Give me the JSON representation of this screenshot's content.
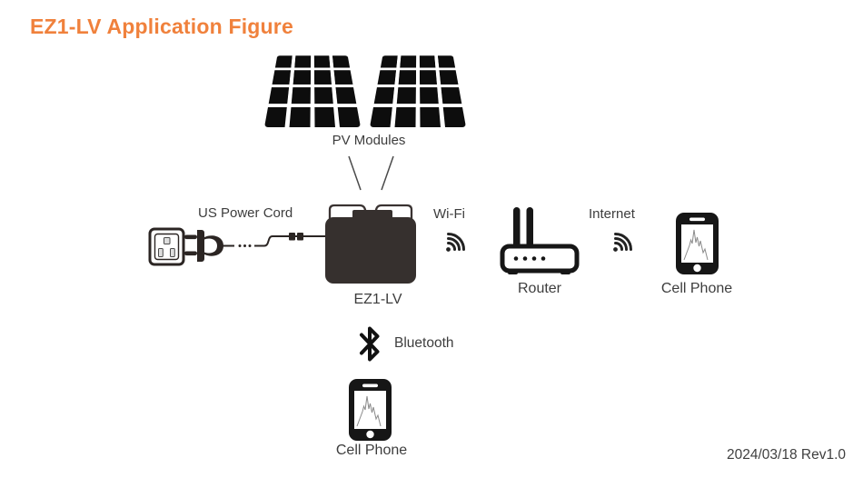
{
  "title": "EZ1-LV Application Figure",
  "revision": "2024/03/18 Rev1.0",
  "colors": {
    "accent_orange": "#F0813C",
    "label_text": "#3D3D3D",
    "icon_black": "#161616",
    "inverter_body": "#36302E"
  },
  "nodes": {
    "pv_modules": {
      "label": "PV Modules",
      "icon": "solar-panel-icon"
    },
    "power": {
      "label": "US Power Cord",
      "outlet_icon": "us-outlet-icon",
      "plug_icon": "power-plug-icon"
    },
    "inverter": {
      "label": "EZ1-LV",
      "icon": "microinverter-icon"
    },
    "wifi": {
      "label": "Wi-Fi",
      "icon": "wifi-signal-icon"
    },
    "router": {
      "label": "Router",
      "icon": "router-icon"
    },
    "internet": {
      "label": "Internet",
      "icon": "wifi-signal-icon"
    },
    "cell_phone_right": {
      "label": "Cell Phone",
      "icon": "smartphone-icon"
    },
    "bluetooth": {
      "label": "Bluetooth",
      "icon": "bluetooth-icon"
    },
    "cell_phone_bottom": {
      "label": "Cell Phone",
      "icon": "smartphone-icon"
    }
  }
}
